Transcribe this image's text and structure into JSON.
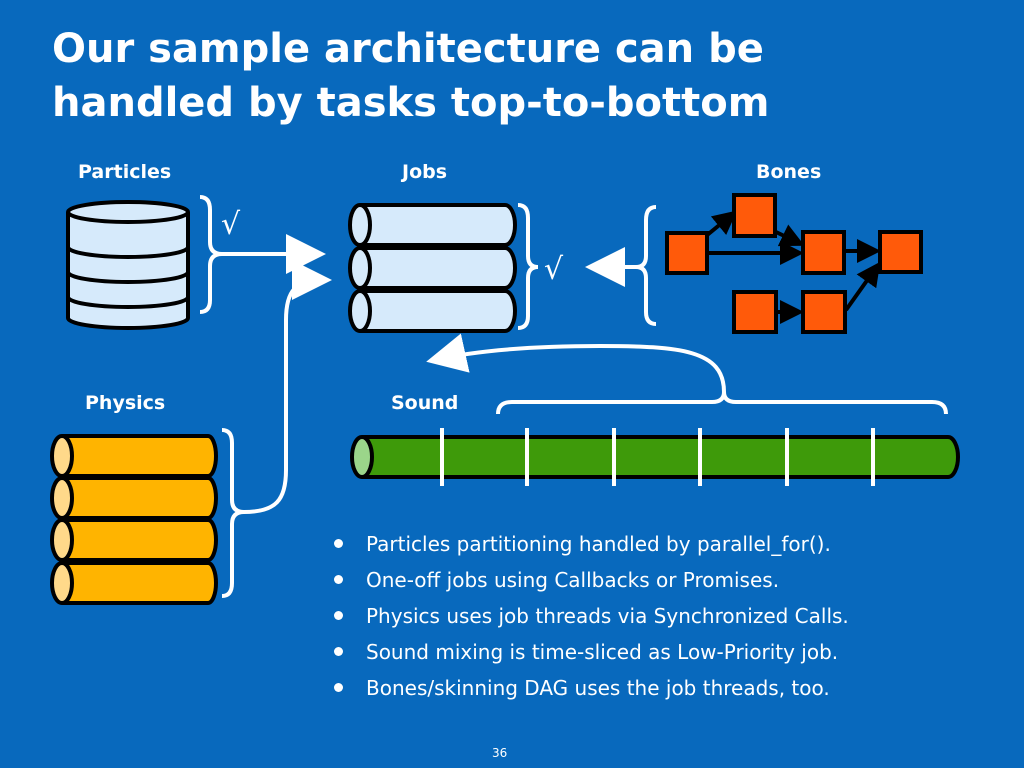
{
  "slide": {
    "title_lines": [
      "Our sample architecture can be",
      "handled by tasks top-to-bottom"
    ],
    "page_number": "36"
  },
  "diagram": {
    "labels": {
      "particles": "Particles",
      "jobs": "Jobs",
      "bones": "Bones",
      "physics": "Physics",
      "sound": "Sound"
    },
    "checkmarks": [
      "√",
      "√"
    ],
    "colors": {
      "background": "#0869BD",
      "particles_fill": "#D6EAFB",
      "jobs_fill": "#D6EAFB",
      "physics_fill": "#FFB400",
      "physics_cap": "#FFD98A",
      "sound_fill": "#3E9A0A",
      "sound_cap": "#9BD58A",
      "bones_fill": "#FF5A0A",
      "stroke": "#000000",
      "connector": "#FFFFFF"
    }
  },
  "bullets": [
    "Particles partitioning handled by parallel_for().",
    "One-off jobs using Callbacks or Promises.",
    "Physics uses job threads via Synchronized Calls.",
    "Sound mixing is time-sliced as Low-Priority job.",
    "Bones/skinning DAG uses the job threads, too."
  ]
}
